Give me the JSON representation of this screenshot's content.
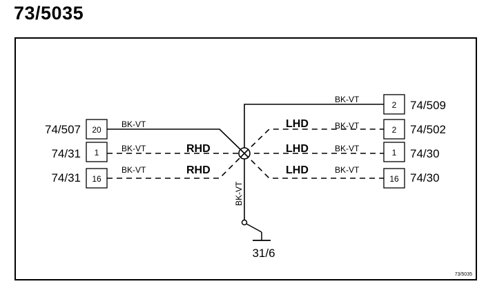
{
  "title": "73/5035",
  "ground_label": "31/6",
  "wire_color": "BK-VT",
  "ref": "73/5035",
  "left_connectors": [
    {
      "id": "74/507",
      "pin": "20",
      "wire": "BK-VT",
      "side": ""
    },
    {
      "id": "74/31",
      "pin": "1",
      "wire": "BK-VT",
      "side": "RHD"
    },
    {
      "id": "74/31",
      "pin": "16",
      "wire": "BK-VT",
      "side": "RHD"
    }
  ],
  "right_connectors": [
    {
      "id": "74/509",
      "pin": "2",
      "wire": "BK-VT",
      "side": ""
    },
    {
      "id": "74/502",
      "pin": "2",
      "wire": "BK-VT",
      "side": "LHD"
    },
    {
      "id": "74/30",
      "pin": "1",
      "wire": "BK-VT",
      "side": "LHD"
    },
    {
      "id": "74/30",
      "pin": "16",
      "wire": "BK-VT",
      "side": "LHD"
    }
  ],
  "vertical_wire": "BK-VT"
}
